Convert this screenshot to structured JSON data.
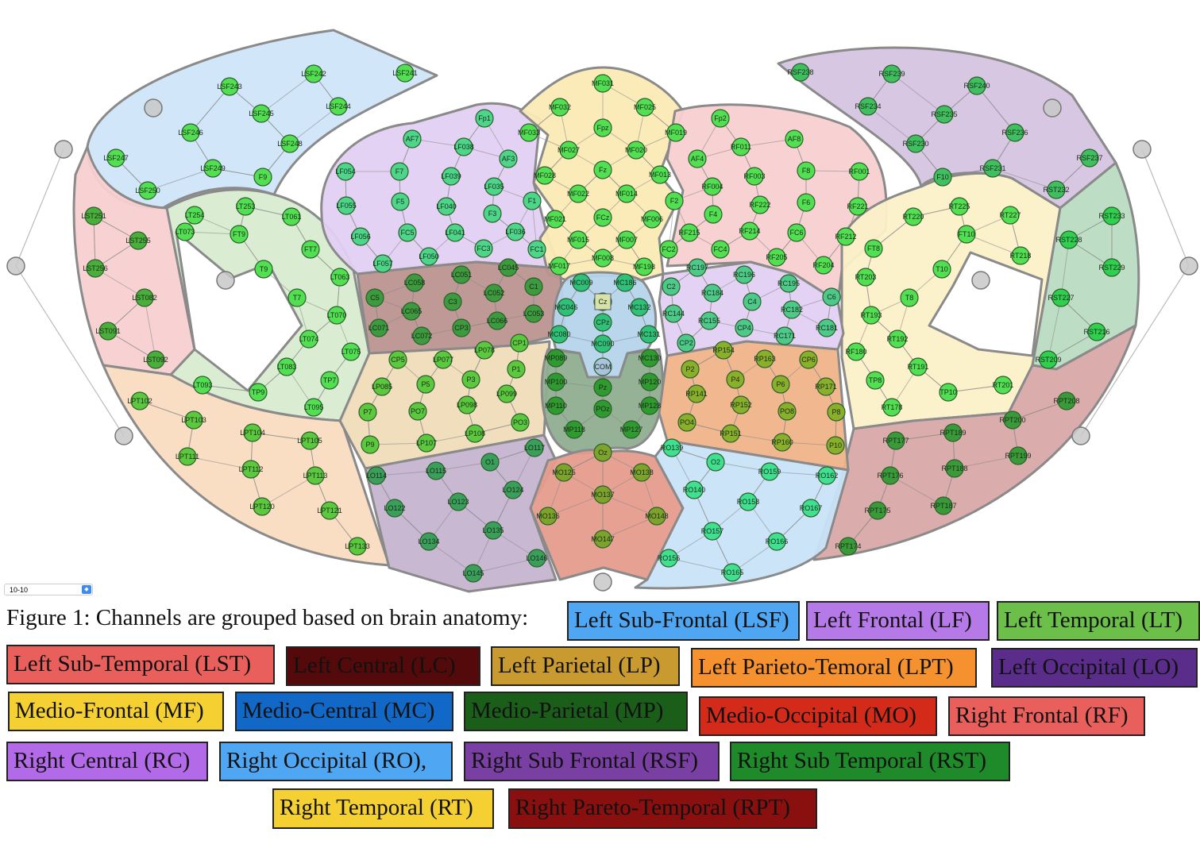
{
  "dropdown": {
    "value": "10-10"
  },
  "caption": "Figure 1: Channels are grouped based on brain anatomy:",
  "regions": {
    "LSF": {
      "legend": "Left Sub-Frontal (LSF)",
      "fill": "#cfe5f8",
      "legend_color": "#4fa6f3",
      "channels": [
        "LSF241",
        "LSF242",
        "LSF243",
        "LSF244",
        "LSF245",
        "LSF246",
        "LSF247",
        "LSF248",
        "LSF249",
        "LSF250",
        "F9"
      ]
    },
    "LF": {
      "legend": "Left Frontal (LF)",
      "fill": "#e3d0f3",
      "legend_color": "#b57ae8",
      "channels": [
        "Fp1",
        "AF7",
        "LF038",
        "AF3",
        "LF054",
        "F7",
        "LF039",
        "LF035",
        "LF055",
        "F5",
        "LF040",
        "F3",
        "F1",
        "LF056",
        "FC5",
        "LF041",
        "LF036",
        "FC3",
        "FC1",
        "LF057",
        "LF050"
      ]
    },
    "LT": {
      "legend": "Left Temporal (LT)",
      "fill": "#d8ecd0",
      "legend_color": "#6cc04a",
      "channels": [
        "LT254",
        "LT253",
        "LT061",
        "FT9",
        "LT073",
        "FT7",
        "T9",
        "LT063",
        "T7",
        "LT070",
        "LT074",
        "LT075",
        "LT083",
        "TP7",
        "LT093",
        "TP9",
        "LT095"
      ]
    },
    "LST": {
      "legend": "Left Sub-Temporal (LST)",
      "fill": "#f8d0d0",
      "legend_color": "#e85f5c",
      "channels": [
        "LST251",
        "LST255",
        "LST256",
        "LST082",
        "LST091",
        "LST092"
      ]
    },
    "LC": {
      "legend": "Left Central (LC)",
      "fill": "#bb938f",
      "legend_color": "#540a0a",
      "channels": [
        "LC058",
        "LC051",
        "LC045",
        "C1",
        "C5",
        "C3",
        "LC052",
        "LC065",
        "LC066",
        "LC053",
        "LC071",
        "LC072",
        "CP3"
      ]
    },
    "LP": {
      "legend": "Left Parietal (LP)",
      "fill": "#efdcb8",
      "legend_color": "#c99a30",
      "channels": [
        "CP5",
        "LP077",
        "LP078",
        "CP1",
        "P1",
        "LP085",
        "P5",
        "P3",
        "LP099",
        "P7",
        "PO7",
        "LP098",
        "PO3",
        "LP108",
        "LP107",
        "P9"
      ]
    },
    "LPT": {
      "legend": "Left Parieto-Temoral (LPT)",
      "fill": "#fadcc0",
      "legend_color": "#f5922f",
      "channels": [
        "LPT102",
        "LPT103",
        "LPT104",
        "LPT105",
        "LPT111",
        "LPT112",
        "LPT113",
        "LPT120",
        "LPT121",
        "LPT133"
      ]
    },
    "LO": {
      "legend": "Left Occipital (LO)",
      "fill": "#c5b4cf",
      "legend_color": "#5a2d8a",
      "channels": [
        "LO117",
        "O1",
        "LO114",
        "LO115",
        "LO124",
        "LO123",
        "LO122",
        "LO135",
        "LO134",
        "LO146",
        "LO145"
      ]
    },
    "MF": {
      "legend": "Medio-Frontal (MF)",
      "fill": "#fbeab5",
      "legend_color": "#f5d033",
      "channels": [
        "MF031",
        "MF032",
        "MF025",
        "MF033",
        "Fpz",
        "MF019",
        "MF027",
        "MF020",
        "MF028",
        "Fz",
        "MF013",
        "MF022",
        "MF014",
        "MF021",
        "FCz",
        "MF006",
        "MF015",
        "MF007",
        "MF017",
        "MF008",
        "MF198"
      ]
    },
    "MC": {
      "legend": "Medio-Central (MC)",
      "fill": "#b5d4ec",
      "legend_color": "#1168c7",
      "channels": [
        "MC009",
        "MC186",
        "Cz",
        "MC046",
        "MC132",
        "CPz",
        "MC080",
        "MC131",
        "MC090",
        "COM"
      ]
    },
    "MP": {
      "legend": "Medio-Parietal (MP)",
      "fill": "#90ae90",
      "legend_color": "#1a5e1a",
      "channels": [
        "MP089",
        "MC130",
        "MP100",
        "Pz",
        "MP120",
        "MP110",
        "POz",
        "MP128",
        "MP118",
        "MP127"
      ]
    },
    "MO": {
      "legend": "Medio-Occipital (MO)",
      "fill": "#e69c8c",
      "legend_color": "#d42a1a",
      "channels": [
        "Oz",
        "MO125",
        "MO138",
        "MO137",
        "MO136",
        "MO148",
        "MO147"
      ]
    },
    "RF": {
      "legend": "Right Frontal (RF)",
      "fill": "#f8d0d0",
      "legend_color": "#e85f5c",
      "channels": [
        "Fp2",
        "RF011",
        "AF8",
        "AF4",
        "RF003",
        "F8",
        "RF001",
        "RF004",
        "F2",
        "F4",
        "RF222",
        "F6",
        "RF221",
        "RF215",
        "RF214",
        "FC6",
        "RF212",
        "FC2",
        "FC4",
        "RF205",
        "RF204"
      ]
    },
    "RC": {
      "legend": "Right Central (RC)",
      "fill": "#e3d0f3",
      "legend_color": "#b36ae8",
      "channels": [
        "RC197",
        "RC196",
        "RC195",
        "C2",
        "RC184",
        "C4",
        "C6",
        "RC144",
        "RC182",
        "RC155",
        "CP4",
        "RC171",
        "RC181",
        "CP2"
      ]
    },
    "RO": {
      "legend": "Right Occipital (RO),",
      "fill": "#c8e3f8",
      "legend_color": "#4fa6f3",
      "channels": [
        "RO139",
        "O2",
        "RO159",
        "RO162",
        "RO140",
        "RO158",
        "RO167",
        "RO157",
        "RO166",
        "RO156",
        "RO165"
      ]
    },
    "RSF": {
      "legend": "Right Sub Frontal (RSF)",
      "fill": "#d6c4e0",
      "legend_color": "#7a3fa3",
      "channels": [
        "RSF238",
        "RSF239",
        "RSF240",
        "RSF234",
        "RSF235",
        "RSF236",
        "RSF230",
        "RSF231",
        "RSF237",
        "F10",
        "RST232"
      ]
    },
    "RST": {
      "legend": "Right Sub Temporal (RST)",
      "fill": "#b9dcc1",
      "legend_color": "#1f8a2a",
      "channels": [
        "RST233",
        "RST228",
        "RST229",
        "RST227",
        "RST216",
        "RST209"
      ]
    },
    "RT": {
      "legend": "Right Temporal (RT)",
      "fill": "#fbf0c8",
      "legend_color": "#f5d033",
      "channels": [
        "RT220",
        "RT225",
        "RT227",
        "FT10",
        "RT218",
        "FT8",
        "T10",
        "RT203",
        "T8",
        "RT193",
        "RT192",
        "RF180",
        "RT191",
        "TP8",
        "TP10",
        "RT201",
        "RT178"
      ]
    },
    "RPT": {
      "legend": "Right Pareto-Temporal (RPT)",
      "fill": "#d9a8a8",
      "legend_color": "#8a1010",
      "channels": [
        "RPT208",
        "RPT200",
        "RPT189",
        "RPT177",
        "RPT199",
        "RPT188",
        "RPT176",
        "RPT187",
        "RPT175",
        "RPT174"
      ]
    },
    "RP": {
      "fill": "#f0b48a",
      "channels": [
        "RP154",
        "RP163",
        "CP6",
        "P2",
        "P4",
        "P6",
        "RP171",
        "RP141",
        "RP152",
        "PO8",
        "P8",
        "PO4",
        "RP151",
        "RP160",
        "P10"
      ]
    }
  }
}
